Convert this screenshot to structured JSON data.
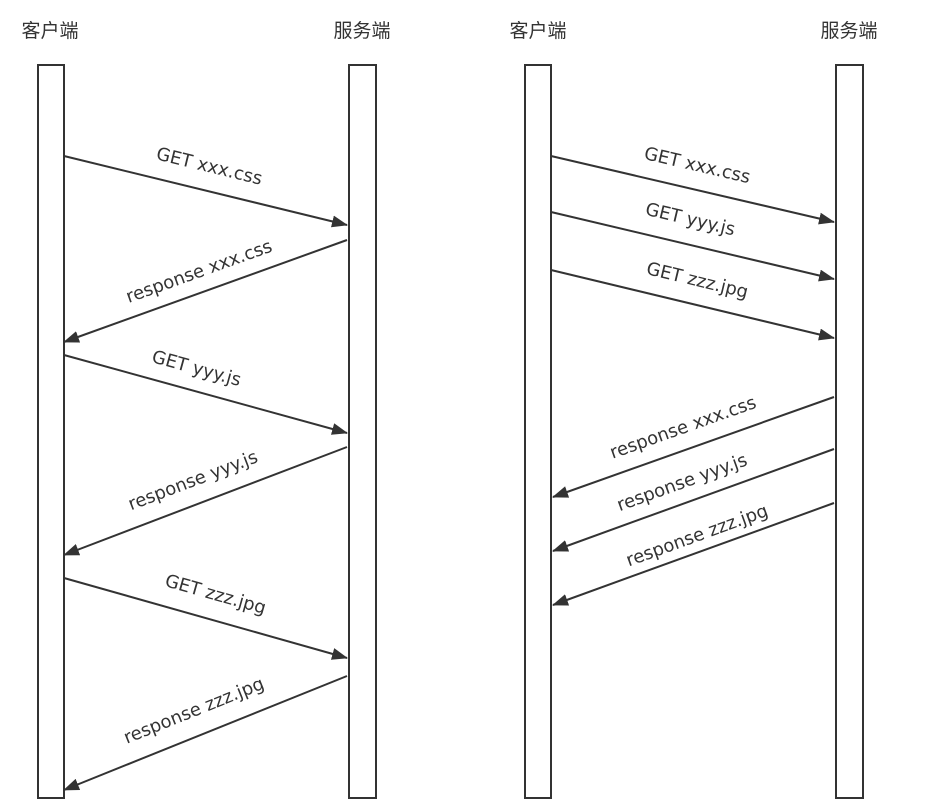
{
  "colors": {
    "stroke": "#333333",
    "text": "#333333",
    "background": "#ffffff"
  },
  "diagrams": [
    {
      "client_label": "客户端",
      "server_label": "服务端",
      "messages": [
        {
          "label": "GET xxx.css",
          "direction": "client-to-server"
        },
        {
          "label": "response xxx.css",
          "direction": "server-to-client"
        },
        {
          "label": "GET yyy.js",
          "direction": "client-to-server"
        },
        {
          "label": "response yyy.js",
          "direction": "server-to-client"
        },
        {
          "label": "GET zzz.jpg",
          "direction": "client-to-server"
        },
        {
          "label": "response zzz.jpg",
          "direction": "server-to-client"
        }
      ]
    },
    {
      "client_label": "客户端",
      "server_label": "服务端",
      "messages": [
        {
          "label": "GET xxx.css",
          "direction": "client-to-server"
        },
        {
          "label": "GET yyy.js",
          "direction": "client-to-server"
        },
        {
          "label": "GET zzz.jpg",
          "direction": "client-to-server"
        },
        {
          "label": "response xxx.css",
          "direction": "server-to-client"
        },
        {
          "label": "response yyy.js",
          "direction": "server-to-client"
        },
        {
          "label": "response zzz.jpg",
          "direction": "server-to-client"
        }
      ]
    }
  ]
}
